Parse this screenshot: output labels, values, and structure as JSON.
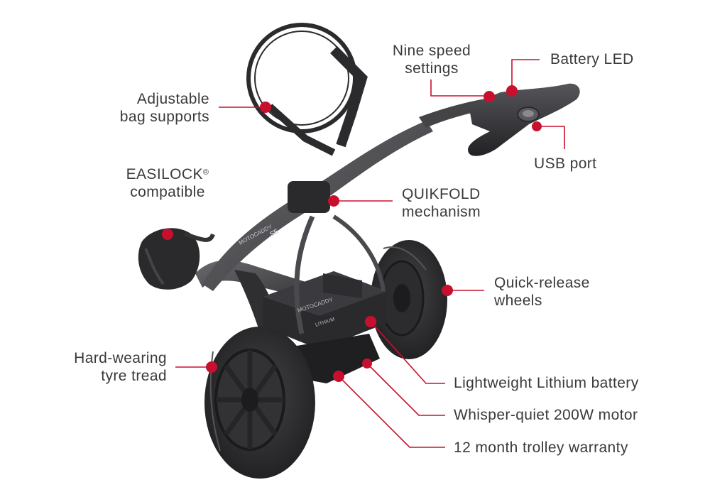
{
  "colors": {
    "accent": "#c8102e",
    "text": "#3a3a3a",
    "frame": "#4a4a4d",
    "wheel": "#2a2a2c",
    "handle": "#3b3b3e"
  },
  "product": {
    "brand_text": "MOTOCADDY",
    "model_text": "SE",
    "battery_text": "LITHIUM"
  },
  "callouts": {
    "bag_supports": [
      "Adjustable",
      "bag supports"
    ],
    "easilock": [
      "EASILOCK",
      "compatible"
    ],
    "easilock_mark": "®",
    "tyre_tread": [
      "Hard-wearing",
      "tyre tread"
    ],
    "nine_speed": [
      "Nine speed",
      "settings"
    ],
    "battery_led": "Battery LED",
    "usb_port": "USB port",
    "quikfold": [
      "QUIKFOLD",
      "mechanism"
    ],
    "quick_release": [
      "Quick-release",
      "wheels"
    ],
    "lithium_battery": "Lightweight Lithium battery",
    "motor": "Whisper-quiet 200W motor",
    "warranty": "12 month trolley warranty"
  }
}
